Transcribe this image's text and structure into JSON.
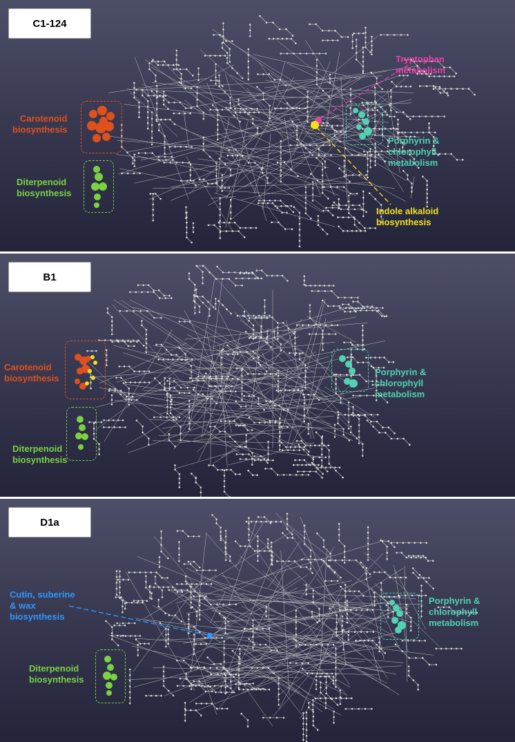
{
  "colors": {
    "network": "#d8d8d8",
    "carotenoid": "#e0501c",
    "diterpenoid": "#7ad142",
    "porphyrin": "#4fd3b4",
    "tryptophan": "#ee3fa9",
    "indole": "#f2e21a",
    "cutin": "#2f97ff"
  },
  "panels": [
    {
      "label": "C1-124",
      "carotenoid": "Carotenoid\nbiosynthesis",
      "diterpenoid": "Diterpenoid\nbiosynthesis",
      "porphyrin": "Porphyrin &\nchlorophyll\nmetabolism",
      "tryptophan": "Tryptophan\nmetabolism",
      "indole": "Indole alkaloid\nbiosynthesis"
    },
    {
      "label": "B1",
      "carotenoid": "Carotenoid\nbiosynthesis",
      "diterpenoid": "Diterpenoid\nbiosynthesis",
      "porphyrin": "Porphyrin &\nchlorophyll\nmetabolism"
    },
    {
      "label": "D1a",
      "cutin": "Cutin, suberine\n& wax\nbiosynthesis",
      "diterpenoid": "Diterpenoid\nbiosynthesis",
      "porphyrin": "Porphyrin &\nchlorophyll\nmetabolism"
    }
  ]
}
